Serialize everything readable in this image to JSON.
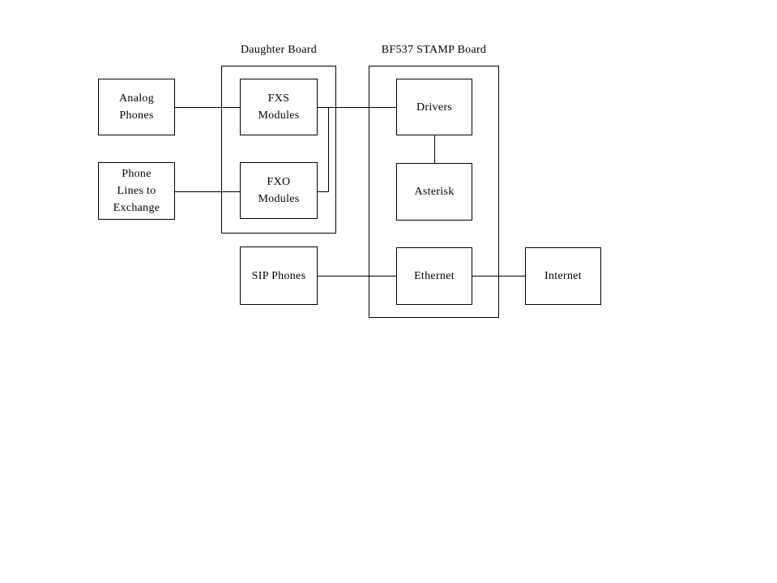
{
  "page": {
    "background_color": "#ffffff",
    "line_color": "#000000",
    "text_color": "#000000"
  },
  "diagram": {
    "groups": {
      "daughter": {
        "label": "Daughter Board"
      },
      "bf537": {
        "label": "BF537 STAMP Board"
      }
    },
    "nodes": {
      "analog_phones": {
        "label": "Analog\nPhones"
      },
      "phone_lines": {
        "label": "Phone\nLines to\nExchange"
      },
      "fxs_modules": {
        "label": "FXS\nModules"
      },
      "fxo_modules": {
        "label": "FXO\nModules"
      },
      "sip_phones": {
        "label": "SIP Phones"
      },
      "drivers": {
        "label": "Drivers"
      },
      "asterisk": {
        "label": "Asterisk"
      },
      "ethernet": {
        "label": "Ethernet"
      },
      "internet": {
        "label": "Internet"
      }
    },
    "connections": [
      {
        "from": "Analog Phones",
        "to": "FXS Modules"
      },
      {
        "from": "Phone Lines to Exchange",
        "to": "FXO Modules"
      },
      {
        "from": "FXS Modules",
        "to": "Drivers"
      },
      {
        "from": "FXO Modules",
        "to": "Drivers"
      },
      {
        "from": "Drivers",
        "to": "Asterisk"
      },
      {
        "from": "SIP Phones",
        "to": "Ethernet"
      },
      {
        "from": "Ethernet",
        "to": "Internet"
      }
    ]
  }
}
